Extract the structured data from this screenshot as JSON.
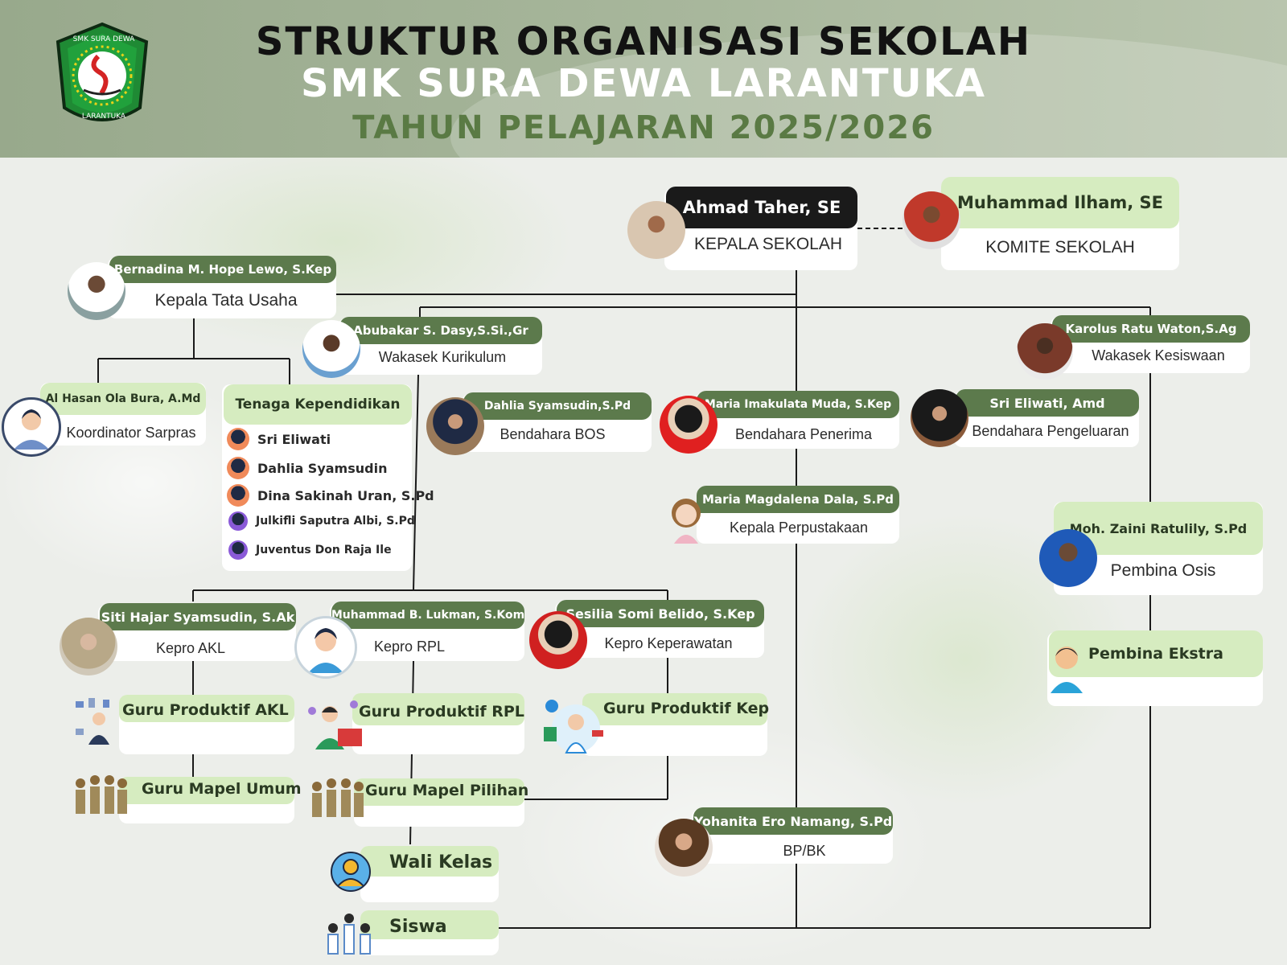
{
  "header": {
    "title_line1": "STRUKTUR ORGANISASI SEKOLAH",
    "title_line2": "SMK SURA DEWA LARANTUKA",
    "title_line3": "TAHUN PELAJARAN 2025/2026",
    "logo_top_text": "SMK SURA DEWA",
    "logo_bottom_text": "LARANTUKA"
  },
  "colors": {
    "header_bg": "#a8b79c",
    "accent_green": "#5c7a4c",
    "light_green": "#d6ecc0",
    "line": "#1a1a1a"
  },
  "nodes": {
    "kepsek": {
      "name": "Ahmad Taher, SE",
      "role": "KEPALA SEKOLAH"
    },
    "komite": {
      "name": "Muhammad Ilham, SE",
      "role": "KOMITE SEKOLAH"
    },
    "ktu": {
      "name": "Bernadina M. Hope Lewo, S.Kep",
      "role": "Kepala Tata Usaha"
    },
    "kurikulum": {
      "name": "Abubakar S. Dasy,S.Si.,Gr",
      "role": "Wakasek Kurikulum"
    },
    "kesiswaan": {
      "name": "Karolus Ratu Waton,S.Ag",
      "role": "Wakasek Kesiswaan"
    },
    "sarpras": {
      "name": "Al Hasan Ola Bura, A.Md",
      "role": "Koordinator Sarpras"
    },
    "bos": {
      "name": "Dahlia Syamsudin,S.Pd",
      "role": "Bendahara BOS"
    },
    "penerima": {
      "name": "Maria Imakulata Muda, S.Kep",
      "role": "Bendahara Penerima"
    },
    "pengeluaran": {
      "name": "Sri Eliwati, Amd",
      "role": "Bendahara Pengeluaran"
    },
    "perpus": {
      "name": "Maria Magdalena Dala, S.Pd",
      "role": "Kepala Perpustakaan"
    },
    "osis": {
      "name": "Moh. Zaini Ratulily, S.Pd",
      "role": "Pembina Osis"
    },
    "ekstra": {
      "label": "Pembina Ekstra"
    },
    "akl": {
      "name": "Siti Hajar Syamsudin, S.Ak",
      "role": "Kepro AKL"
    },
    "rpl": {
      "name": "Muhammad B. Lukman, S.Kom",
      "role": "Kepro RPL"
    },
    "kep": {
      "name": "Sesilia Somi Belido, S.Kep",
      "role": "Kepro Keperawatan"
    },
    "bk": {
      "name": "Yohanita Ero Namang, S.Pd",
      "role": "BP/BK"
    }
  },
  "tenaga": {
    "title": "Tenaga Kependidikan",
    "members": [
      "Sri Eliwati",
      "Dahlia Syamsudin",
      "Dina Sakinah Uran, S.Pd",
      "Julkifli Saputra Albi, S.Pd",
      "Juventus Don Raja Ile"
    ]
  },
  "groups": {
    "guru_akl": "Guru Produktif AKL",
    "guru_rpl": "Guru Produktif RPL",
    "guru_kep": "Guru Produktif Kep",
    "mapel_umum": "Guru Mapel Umum",
    "mapel_pilihan": "Guru Mapel Pilihan",
    "wali_kelas": "Wali Kelas",
    "siswa": "Siswa"
  }
}
